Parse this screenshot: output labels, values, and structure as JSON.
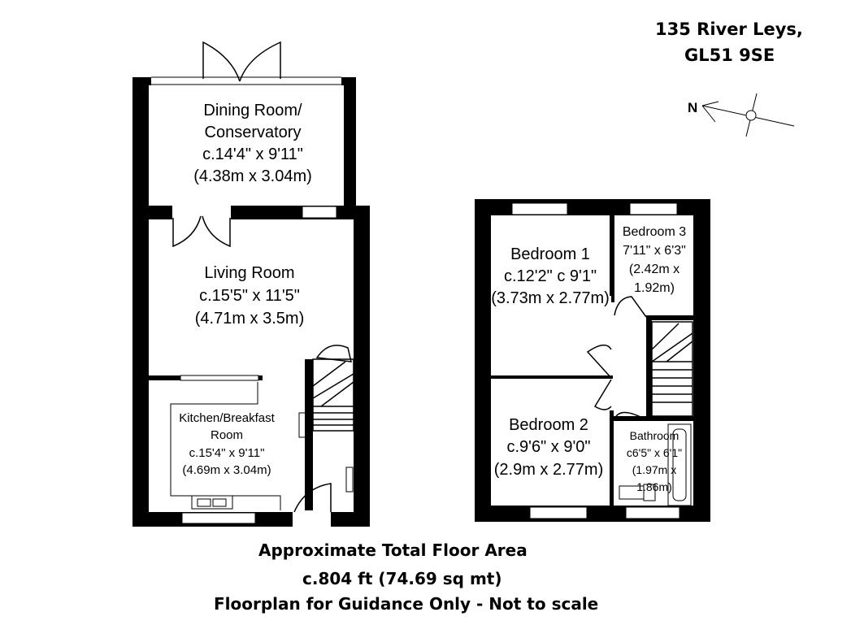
{
  "header": {
    "address_line1": "135 River Leys,",
    "address_line2": "GL51 9SE"
  },
  "compass": {
    "north_label": "N"
  },
  "ground_floor": {
    "dining": {
      "name1": "Dining Room/",
      "name2": "Conservatory",
      "imperial": "c.14'4\" x 9'11\"",
      "metric": "(4.38m x 3.04m)"
    },
    "living": {
      "name": "Living Room",
      "imperial": "c.15'5\" x 11'5\"",
      "metric": "(4.71m x 3.5m)"
    },
    "kitchen": {
      "name1": "Kitchen/Breakfast",
      "name2": "Room",
      "imperial": "c.15'4\" x 9'11\"",
      "metric": "(4.69m x 3.04m)"
    }
  },
  "first_floor": {
    "bedroom1": {
      "name": "Bedroom 1",
      "imperial": "c.12'2\" c 9'1\"",
      "metric": "(3.73m x 2.77m)"
    },
    "bedroom2": {
      "name": "Bedroom 2",
      "imperial": "c.9'6\" x 9'0\"",
      "metric": "(2.9m x 2.77m)"
    },
    "bedroom3": {
      "name": "Bedroom 3",
      "imperial": "7'11\" x 6'3\"",
      "metric1": "(2.42m x",
      "metric2": "1.92m)"
    },
    "bathroom": {
      "name": "Bathroom",
      "imperial": "c6'5\" x 6'1\"",
      "metric1": "(1.97m x",
      "metric2": "1.86m)"
    }
  },
  "footer": {
    "line1": "Approximate Total Floor Area",
    "line2": "c.804 ft (74.69 sq mt)",
    "line3": "Floorplan for Guidance Only - Not to scale"
  }
}
